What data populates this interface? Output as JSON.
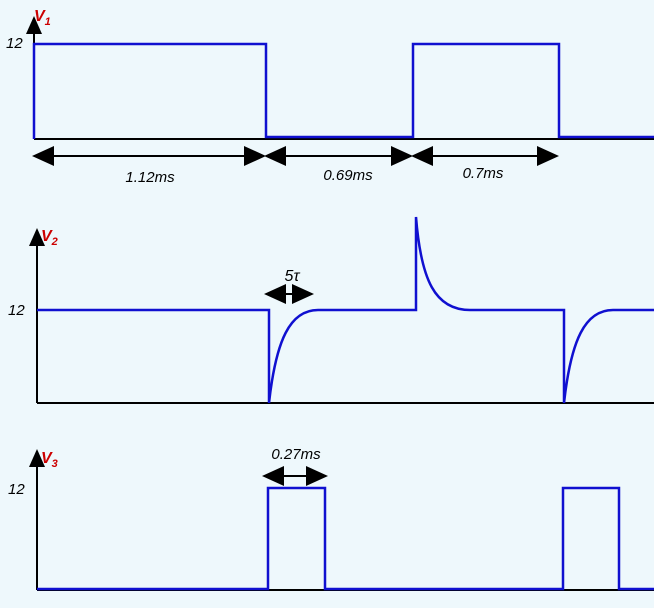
{
  "colors": {
    "background": "#eef8fc",
    "signal": "#1010d0",
    "axis": "#000000",
    "axis_label": "#cc0000"
  },
  "panel_v1": {
    "label_main": "V",
    "label_sub": "1",
    "level_label": "12",
    "durations": [
      "1.12ms",
      "0.69ms",
      "0.7ms"
    ]
  },
  "panel_v2": {
    "label_main": "V",
    "label_sub": "2",
    "level_label": "12",
    "settle_label": "5τ"
  },
  "panel_v3": {
    "label_main": "V",
    "label_sub": "3",
    "level_label": "12",
    "pulse_label": "0.27ms"
  }
}
